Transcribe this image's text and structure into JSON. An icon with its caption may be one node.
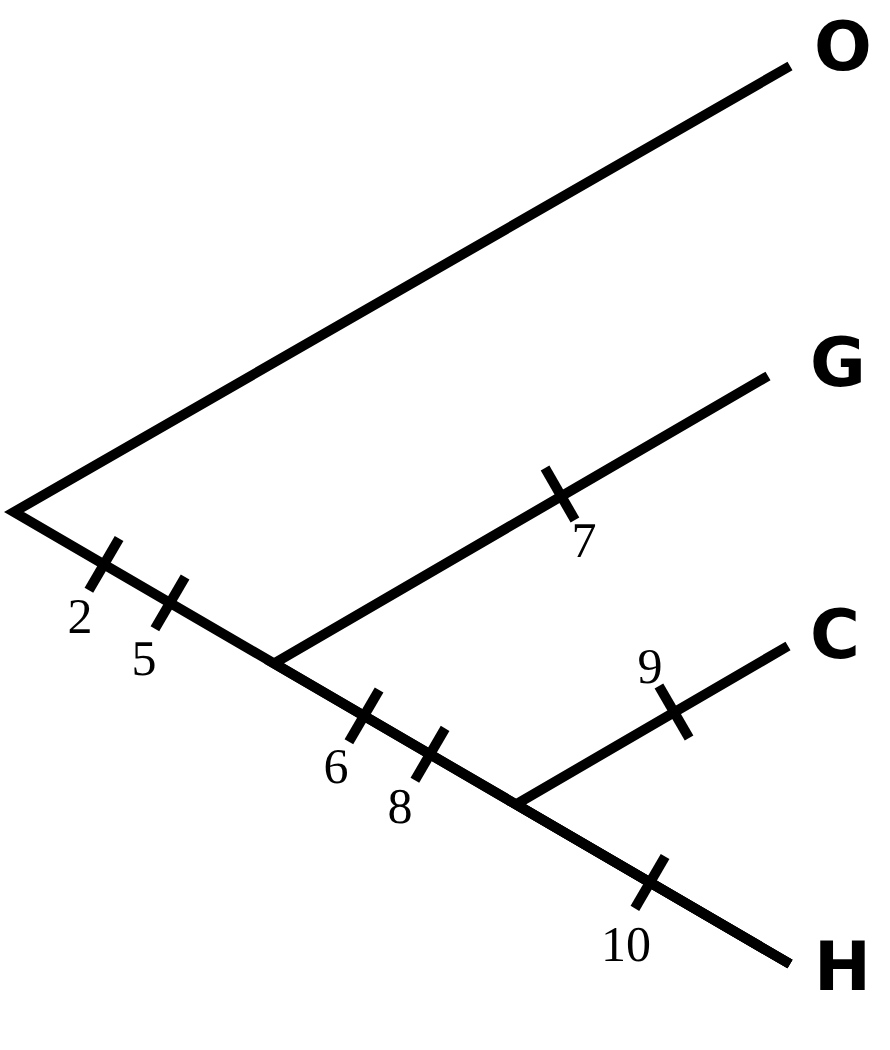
{
  "diagram": {
    "nodes": [
      {
        "text": [
          "O"
        ]
      },
      {
        "text": [
          "G"
        ]
      },
      {
        "text": [
          "C"
        ]
      },
      {
        "text": [
          "H"
        ]
      }
    ],
    "edges": [
      {
        "from": 0,
        "to": 3,
        "arrow": "none"
      },
      {
        "from": 1,
        "to": 3,
        "arrow": "none"
      },
      {
        "from": 2,
        "to": 3,
        "arrow": "none"
      }
    ],
    "labels": [
      "7",
      "2",
      "5",
      "9",
      "6",
      "8",
      "10"
    ]
  }
}
